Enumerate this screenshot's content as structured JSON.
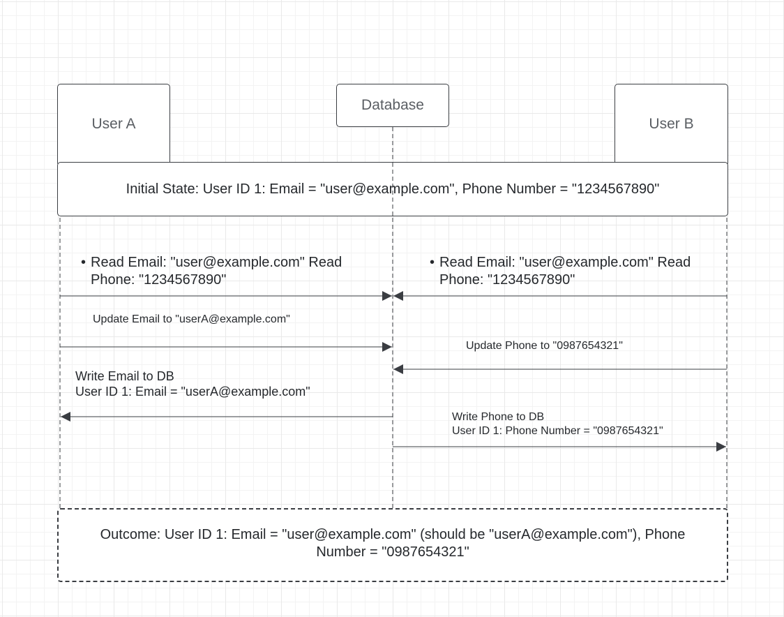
{
  "participants": {
    "user_a": "User A",
    "database": "Database",
    "user_b": "User B"
  },
  "initial_state": "Initial State: User ID 1: Email = \"user@example.com\", Phone Number = \"1234567890\"",
  "messages": {
    "user_a_read_line1": "Read Email: \"user@example.com\" Read",
    "user_a_read_line2": "Phone: \"1234567890\"",
    "user_b_read_line1": "Read Email: \"user@example.com\" Read",
    "user_b_read_line2": "Phone: \"1234567890\"",
    "bullet": "•",
    "user_a_update": "Update Email to \"userA@example.com\"",
    "user_b_update": "Update Phone to \"0987654321\"",
    "user_a_write_line1": "Write Email to DB",
    "user_a_write_line2": "User ID 1: Email = \"userA@example.com\"",
    "user_b_write_line1": "Write Phone to DB",
    "user_b_write_line2": "User ID 1: Phone Number = \"0987654321\""
  },
  "outcome": "Outcome: User ID 1: Email = \"user@example.com\" (should be \"userA@example.com\"), Phone Number = \"0987654321\"",
  "colors": {
    "stroke": "#3a3d42",
    "grid": "#e9e9e9"
  }
}
